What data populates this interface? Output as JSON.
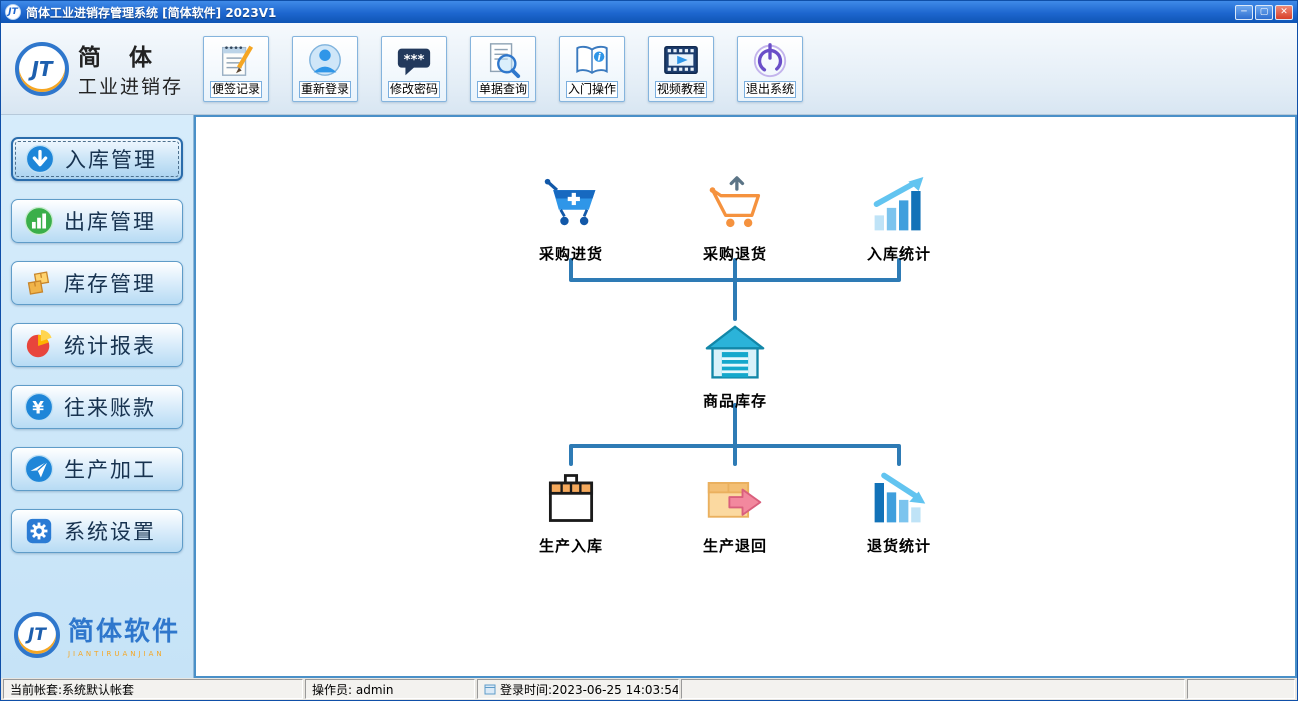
{
  "window": {
    "title": "简体工业进销存管理系统 [简体软件] 2023V1",
    "controls": {
      "minimize": "─",
      "maximize": "▢",
      "close": "✕"
    }
  },
  "brand": {
    "monogram": "JT",
    "name_line1": "简 体",
    "name_line2": "工业进销存",
    "footer_name": "简体软件",
    "footer_sub": "JIANTIRUANJIAN"
  },
  "toolbar": {
    "buttons": [
      {
        "label": "便签记录",
        "icon": "notepad-icon"
      },
      {
        "label": "重新登录",
        "icon": "user-icon"
      },
      {
        "label": "修改密码",
        "icon": "password-icon"
      },
      {
        "label": "单据查询",
        "icon": "search-doc-icon"
      },
      {
        "label": "入门操作",
        "icon": "book-info-icon"
      },
      {
        "label": "视频教程",
        "icon": "video-icon"
      },
      {
        "label": "退出系统",
        "icon": "power-icon"
      }
    ]
  },
  "sidebar": {
    "items": [
      {
        "label": "入库管理",
        "icon": "arrow-down-circle-icon",
        "active": true
      },
      {
        "label": "出库管理",
        "icon": "bar-chart-circle-icon",
        "active": false
      },
      {
        "label": "库存管理",
        "icon": "boxes-icon",
        "active": false
      },
      {
        "label": "统计报表",
        "icon": "pie-chart-icon",
        "active": false
      },
      {
        "label": "往来账款",
        "icon": "yuan-circle-icon",
        "active": false
      },
      {
        "label": "生产加工",
        "icon": "plane-circle-icon",
        "active": false
      },
      {
        "label": "系统设置",
        "icon": "gear-icon",
        "active": false
      }
    ]
  },
  "diagram": {
    "top_items": [
      {
        "label": "采购进货",
        "icon": "cart-plus-icon"
      },
      {
        "label": "采购退货",
        "icon": "cart-return-icon"
      },
      {
        "label": "入库统计",
        "icon": "stats-up-icon"
      }
    ],
    "center_item": {
      "label": "商品库存",
      "icon": "warehouse-icon"
    },
    "bottom_items": [
      {
        "label": "生产入库",
        "icon": "package-box-icon"
      },
      {
        "label": "生产退回",
        "icon": "box-return-icon"
      },
      {
        "label": "退货统计",
        "icon": "stats-down-icon"
      }
    ]
  },
  "statusbar": {
    "account": "当前帐套:系统默认帐套",
    "operator": "操作员:  admin",
    "login_time": "登录时间:2023-06-25 14:03:54"
  },
  "icons": {
    "password_text": "***",
    "book_info": "i",
    "money_symbol": "¥"
  },
  "colors": {
    "titlebar": "#1d66cf",
    "accent_line": "#2e7bb5",
    "sidebar_bg": "#cde7f8",
    "close_button": "#d8402a"
  }
}
